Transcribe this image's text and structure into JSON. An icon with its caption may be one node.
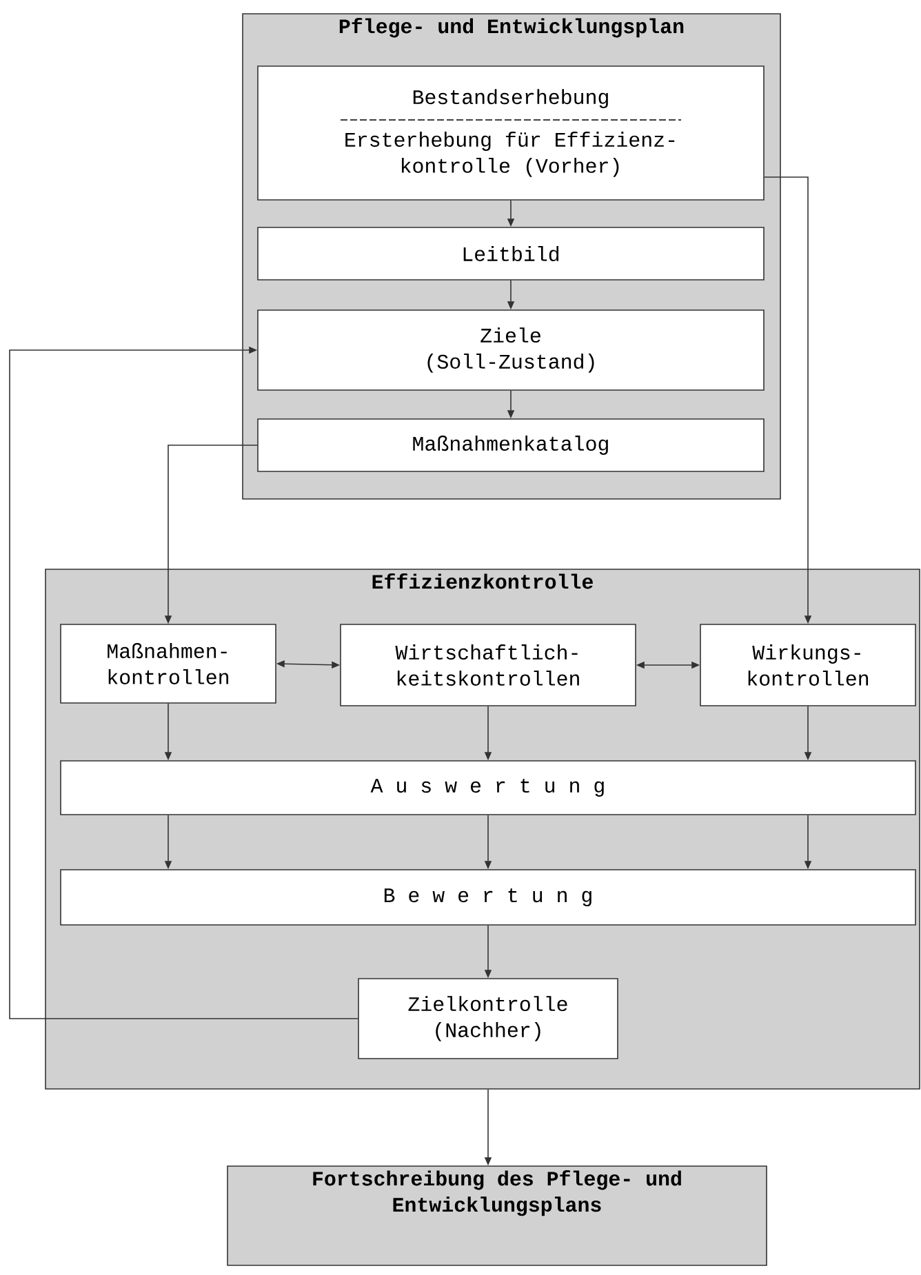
{
  "diagram": {
    "nodes": [
      {
        "text": [
          "Pflege- und Entwicklungsplan"
        ]
      },
      {
        "text": [
          "Bestandserhebung",
          "Ersterhebung für Effizienz-kontrolle (Vorher)"
        ],
        "in": 0
      },
      {
        "text": [
          "Leitbild"
        ],
        "in": 0
      },
      {
        "text": [
          "Ziele",
          "(Soll-Zustand)"
        ],
        "in": 0
      },
      {
        "text": [
          "Maßnahmenkatalog"
        ],
        "in": 0
      },
      {
        "text": [
          "Effizienzkontrolle"
        ]
      },
      {
        "text": [
          "Maßnahmen-kontrollen"
        ],
        "in": 5
      },
      {
        "text": [
          "Wirtschaftlich-keitskontrollen"
        ],
        "in": 5
      },
      {
        "text": [
          "Wirkungs-kontrollen"
        ],
        "in": 5
      },
      {
        "text": [
          "A u s w e r t u n g"
        ],
        "in": 5
      },
      {
        "text": [
          "B e w e r t u n g"
        ],
        "in": 5
      },
      {
        "text": [
          "Zielkontrolle (Nachher)"
        ],
        "in": 5
      },
      {
        "text": [
          "Fortschreibung des Pflege- und Entwicklungsplans"
        ]
      }
    ],
    "edges": [
      {
        "from": 1,
        "to": 2,
        "arrow": "to"
      },
      {
        "from": 2,
        "to": 3,
        "arrow": "to"
      },
      {
        "from": 3,
        "to": 4,
        "arrow": "to"
      },
      {
        "from": 1,
        "to": 8,
        "arrow": "to"
      },
      {
        "from": 4,
        "to": 6,
        "arrow": "to"
      },
      {
        "from": 6,
        "to": 7,
        "arrow": "both"
      },
      {
        "from": 7,
        "to": 8,
        "arrow": "both"
      },
      {
        "from": 6,
        "to": 9,
        "arrow": "to"
      },
      {
        "from": 7,
        "to": 9,
        "arrow": "to"
      },
      {
        "from": 8,
        "to": 9,
        "arrow": "to"
      },
      {
        "from": 9,
        "to": 10,
        "arrow": "to"
      },
      {
        "from": 9,
        "to": 10,
        "arrow": "to"
      },
      {
        "from": 9,
        "to": 10,
        "arrow": "to"
      },
      {
        "from": 10,
        "to": 11,
        "arrow": "to"
      },
      {
        "from": 11,
        "to": 3,
        "arrow": "to"
      },
      {
        "from": 5,
        "to": 12,
        "arrow": "to"
      }
    ]
  }
}
